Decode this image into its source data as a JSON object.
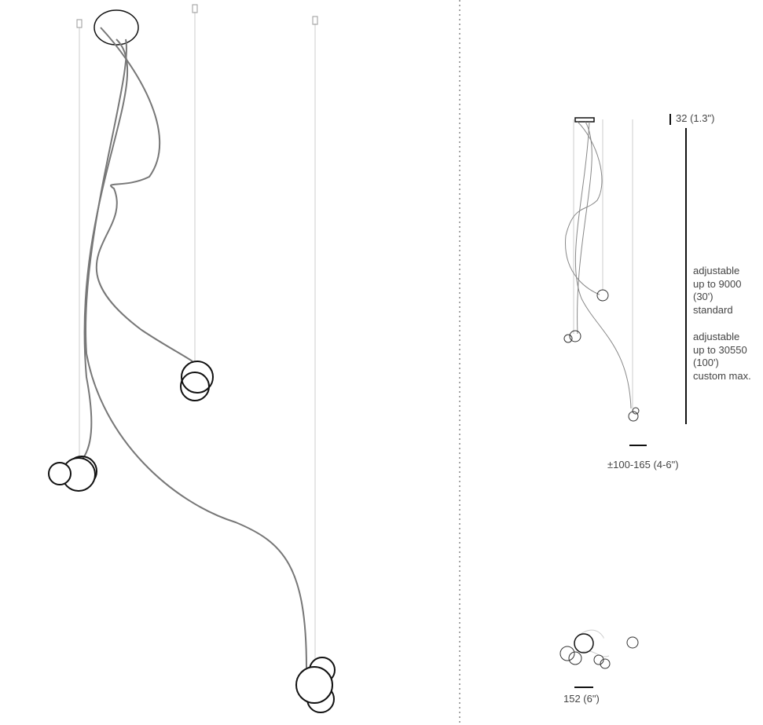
{
  "dimensions": {
    "canopy_height": "32 (1.3\")",
    "adjustable_standard": [
      "adjustable",
      "up to 9000",
      "(30')",
      "standard"
    ],
    "adjustable_custom": [
      "adjustable",
      "up to 30550",
      "(100')",
      "custom max."
    ],
    "pendant_diameter": "±100-165 (4-6\")",
    "plan_scale": "152 (6\")"
  },
  "colors": {
    "line": "#111111",
    "cable": "#777777",
    "wire": "#bbbbbb",
    "divider": "#888888"
  }
}
